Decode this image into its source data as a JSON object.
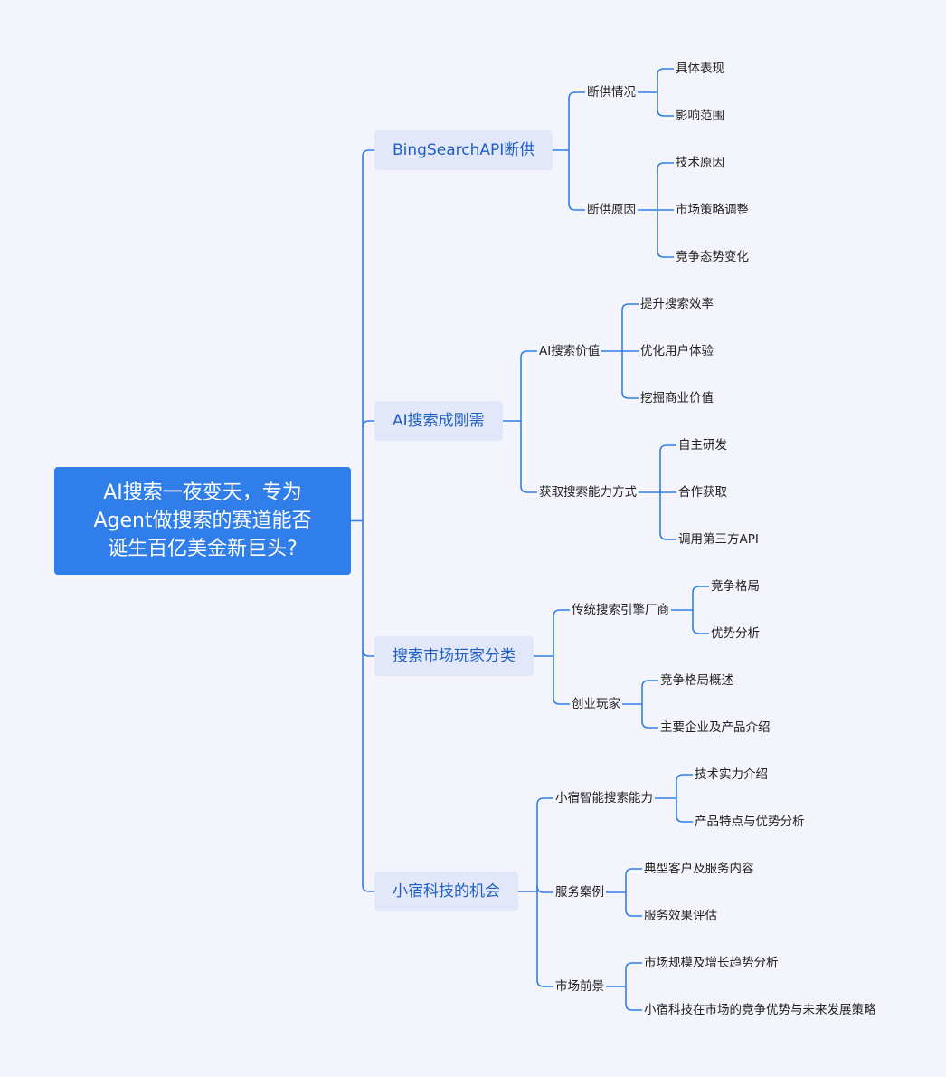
{
  "root": {
    "lines": [
      "AI搜索一夜变天，专为",
      "Agent做搜索的赛道能否",
      "诞生百亿美金新巨头?"
    ]
  },
  "branches": [
    {
      "label": "BingSearchAPI断供",
      "children": [
        {
          "label": "断供情况",
          "leaves": [
            "具体表现",
            "影响范围"
          ]
        },
        {
          "label": "断供原因",
          "leaves": [
            "技术原因",
            "市场策略调整",
            "竞争态势变化"
          ]
        }
      ]
    },
    {
      "label": "AI搜索成刚需",
      "children": [
        {
          "label": "AI搜索价值",
          "leaves": [
            "提升搜索效率",
            "优化用户体验",
            "挖掘商业价值"
          ]
        },
        {
          "label": "获取搜索能力方式",
          "leaves": [
            "自主研发",
            "合作获取",
            "调用第三方API"
          ]
        }
      ]
    },
    {
      "label": "搜索市场玩家分类",
      "children": [
        {
          "label": "传统搜索引擎厂商",
          "leaves": [
            "竞争格局",
            "优势分析"
          ]
        },
        {
          "label": "创业玩家",
          "leaves": [
            "竞争格局概述",
            "主要企业及产品介绍"
          ]
        }
      ]
    },
    {
      "label": "小宿科技的机会",
      "children": [
        {
          "label": "小宿智能搜索能力",
          "leaves": [
            "技术实力介绍",
            "产品特点与优势分析"
          ]
        },
        {
          "label": "服务案例",
          "leaves": [
            "典型客户及服务内容",
            "服务效果评估"
          ]
        },
        {
          "label": "市场前景",
          "leaves": [
            "市场规模及增长趋势分析",
            "小宿科技在市场的竞争优势与未来发展策略"
          ]
        }
      ]
    }
  ],
  "colors": {
    "background": "#f4f5fc",
    "root_fill": "#2f7ee9",
    "branch_fill": "#e2e8f9",
    "branch_text": "#1f5fc7",
    "connector": "#2f7ee9"
  }
}
